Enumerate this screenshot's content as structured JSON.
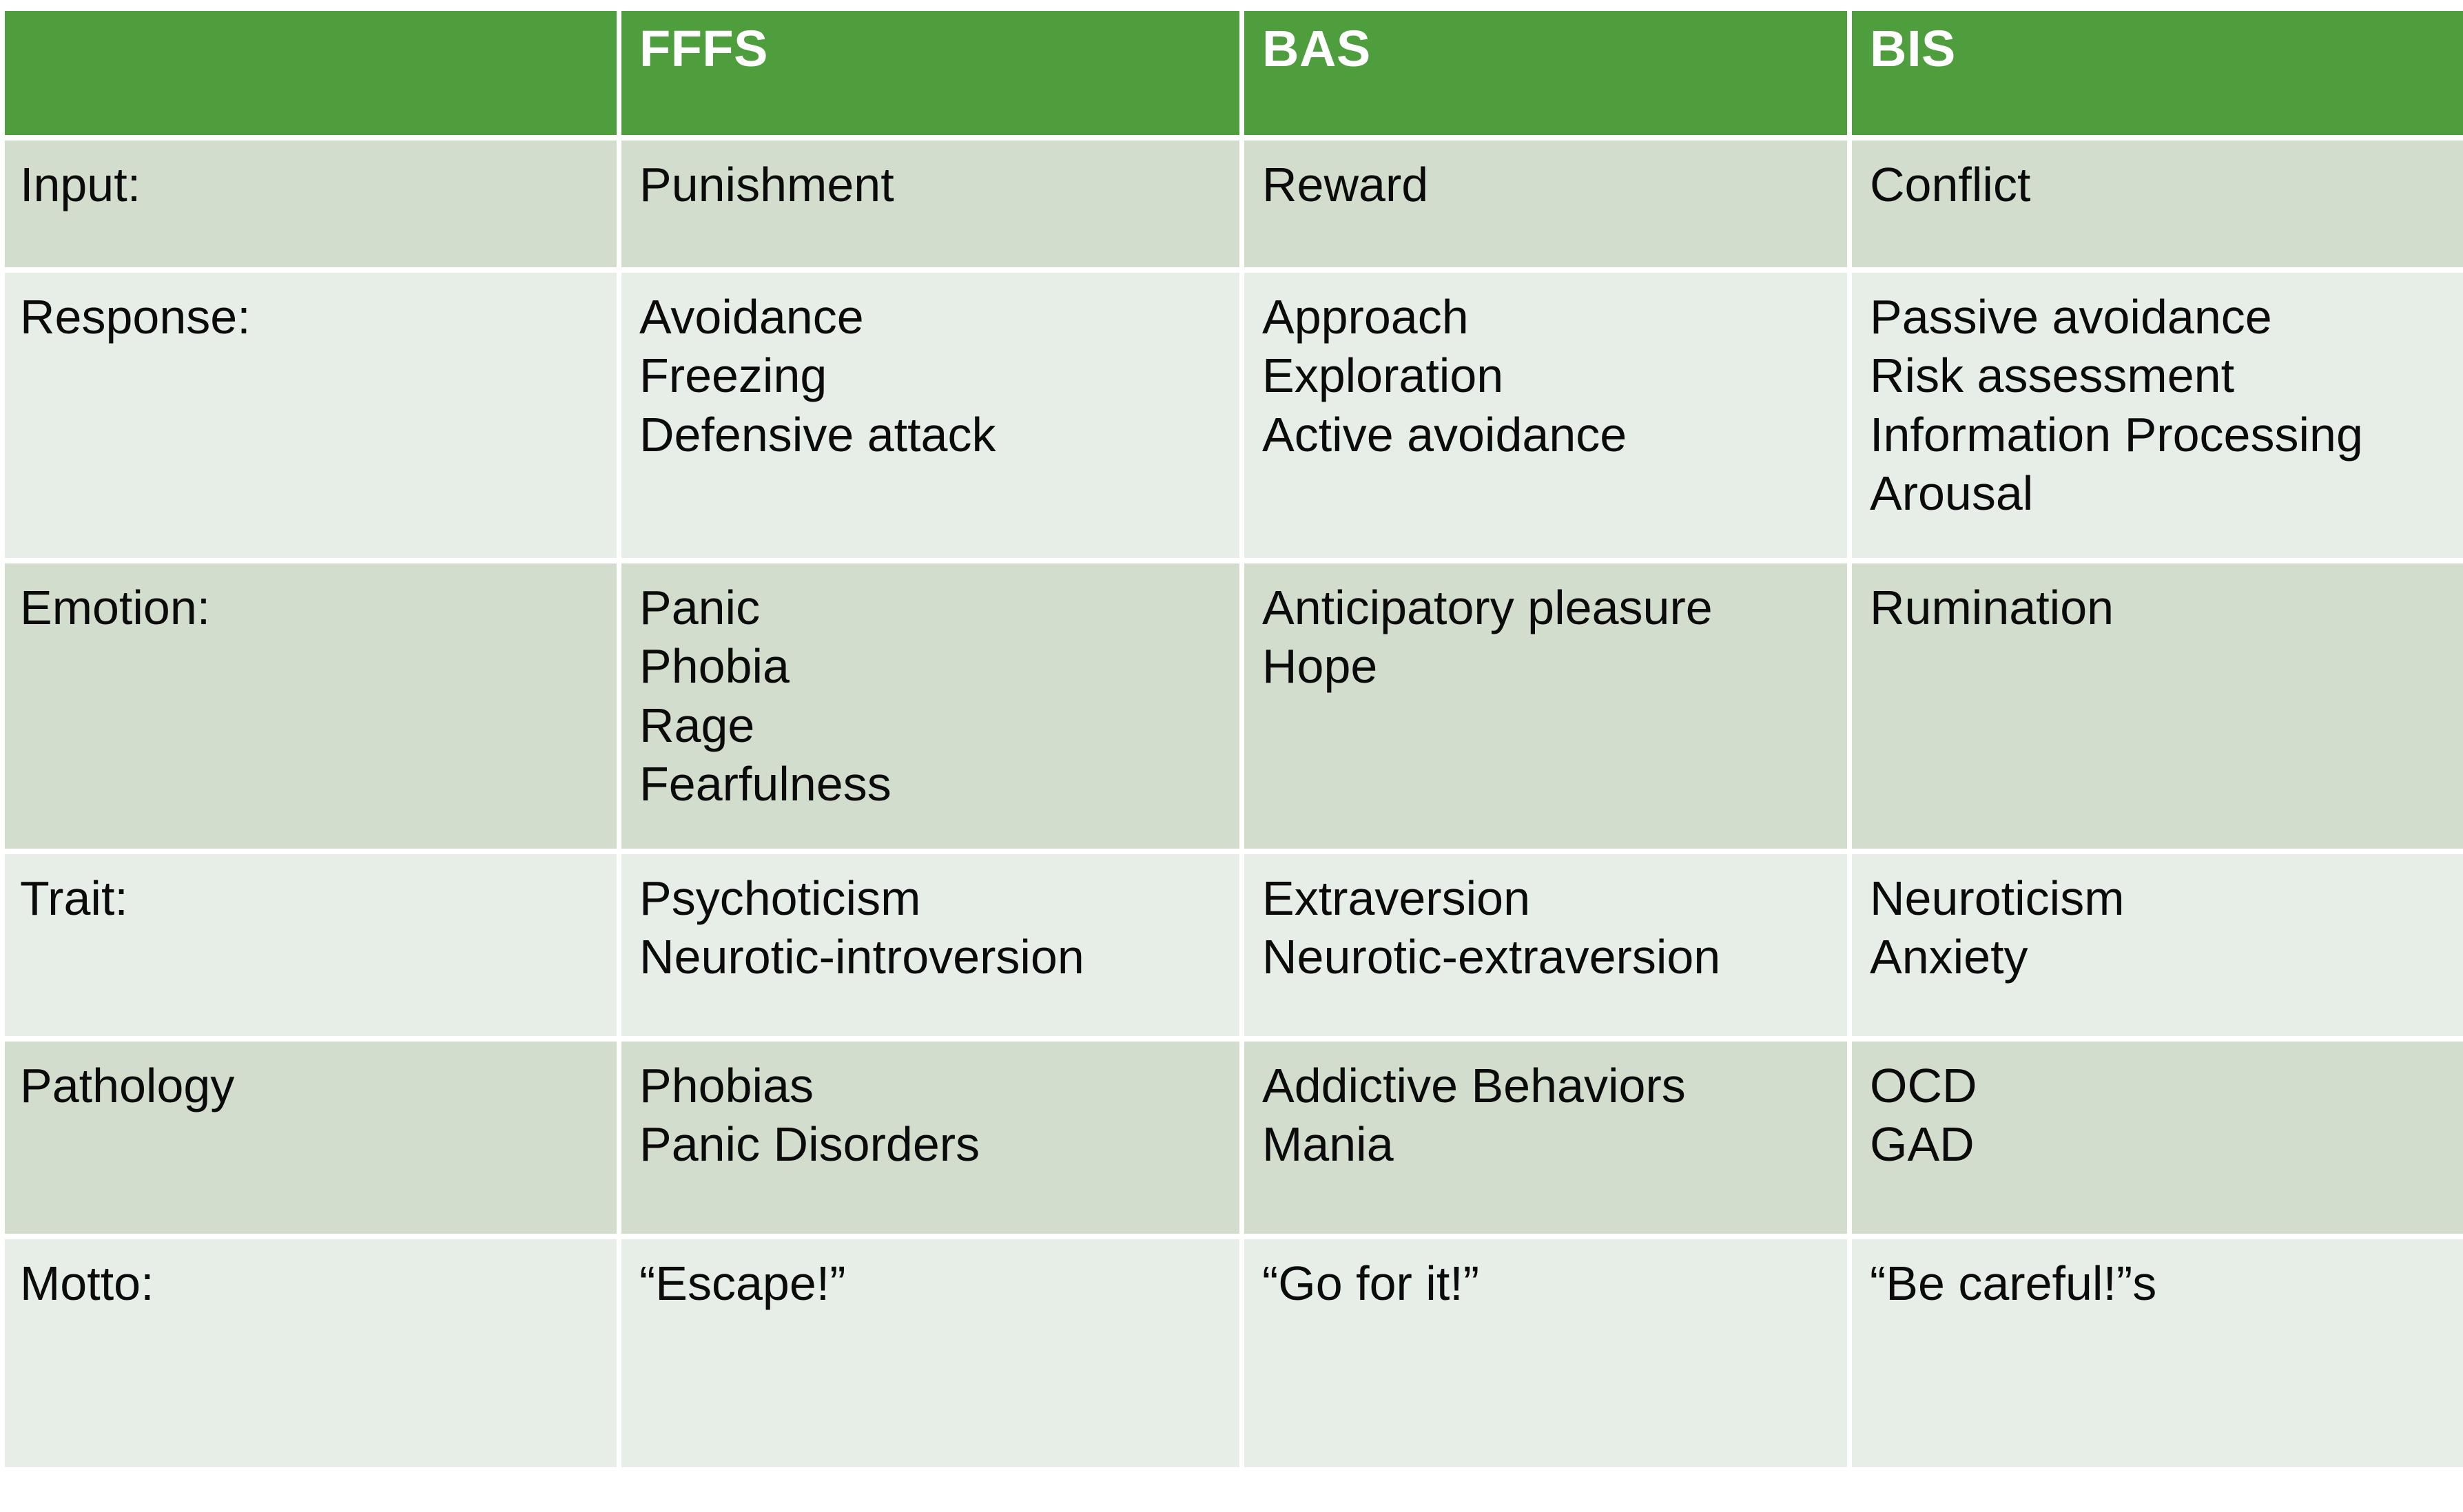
{
  "colors": {
    "header_green": "#4e9e3e",
    "header_text": "#ffffff",
    "row_dark": "#d2ddcd",
    "row_light": "#e7eee7",
    "body_text": "#0b0b0b",
    "page_background": "#ffffff"
  },
  "table": {
    "headers": {
      "row_label": "",
      "ffs": "FFFS",
      "bas": "BAS",
      "bis": "BIS"
    },
    "rows": [
      {
        "key": "input",
        "tone": "dark",
        "label": "Input:",
        "ffs": [
          "Punishment"
        ],
        "bas": [
          "Reward"
        ],
        "bis": [
          "Conflict"
        ]
      },
      {
        "key": "response",
        "tone": "light",
        "label": "Response:",
        "ffs": [
          "Avoidance",
          "Freezing",
          "Defensive attack"
        ],
        "bas": [
          "Approach",
          "Exploration",
          "Active avoidance"
        ],
        "bis": [
          "Passive avoidance",
          "Risk assessment",
          "Information Processing",
          "Arousal"
        ]
      },
      {
        "key": "emotion",
        "tone": "dark",
        "label": "Emotion:",
        "ffs": [
          "Panic",
          "Phobia",
          "Rage",
          "Fearfulness"
        ],
        "bas": [
          "Anticipatory pleasure",
          "Hope"
        ],
        "bis": [
          "Rumination"
        ]
      },
      {
        "key": "trait",
        "tone": "light",
        "label": "Trait:",
        "ffs": [
          "Psychoticism",
          "Neurotic-introversion"
        ],
        "bas": [
          "Extraversion",
          "Neurotic-extraversion"
        ],
        "bis": [
          "Neuroticism",
          "Anxiety"
        ]
      },
      {
        "key": "pathology",
        "tone": "dark",
        "label": "Pathology",
        "ffs": [
          "Phobias",
          "Panic Disorders"
        ],
        "bas": [
          "Addictive Behaviors",
          "Mania"
        ],
        "bis": [
          "OCD",
          "GAD"
        ]
      },
      {
        "key": "motto",
        "tone": "light",
        "label": "Motto:",
        "ffs": [
          "“Escape!”"
        ],
        "bas": [
          "“Go for it!”"
        ],
        "bis": [
          "“Be careful!”s"
        ]
      }
    ]
  }
}
